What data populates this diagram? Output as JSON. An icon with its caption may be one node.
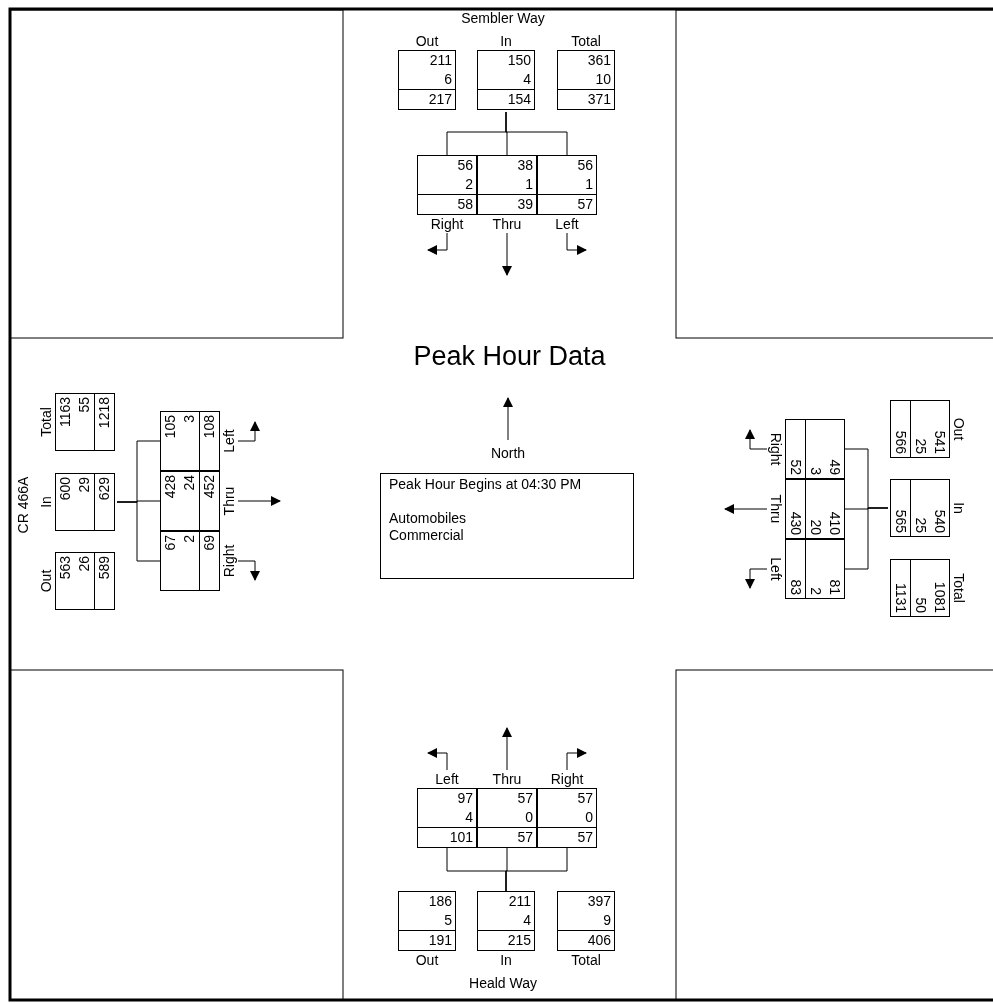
{
  "diagram": {
    "title": "Peak Hour Data",
    "nodes": [
      {
        "text": [
          "Out",
          "211",
          "6",
          "217"
        ]
      },
      {
        "text": [
          "In",
          "150",
          "4",
          "154"
        ]
      },
      {
        "text": [
          "Total",
          "361",
          "10",
          "371"
        ]
      },
      {
        "text": [
          "Right",
          "56",
          "2",
          "58"
        ]
      },
      {
        "text": [
          "Thru",
          "38",
          "1",
          "39"
        ]
      },
      {
        "text": [
          "Left",
          "56",
          "1",
          "57"
        ]
      },
      {
        "text": [
          "Total",
          "1163",
          "55",
          "1218"
        ]
      },
      {
        "text": [
          "In",
          "600",
          "29",
          "629"
        ]
      },
      {
        "text": [
          "Out",
          "563",
          "26",
          "589"
        ]
      },
      {
        "text": [
          "Left",
          "105",
          "3",
          "108"
        ]
      },
      {
        "text": [
          "Thru",
          "428",
          "24",
          "452"
        ]
      },
      {
        "text": [
          "Right",
          "67",
          "2",
          "69"
        ]
      },
      {
        "text": [
          "Peak Hour Begins at 04:30 PM",
          "Automobiles",
          "Commercial"
        ]
      },
      {
        "text": [
          "Out",
          "541",
          "25",
          "566"
        ]
      },
      {
        "text": [
          "In",
          "540",
          "25",
          "565"
        ]
      },
      {
        "text": [
          "Total",
          "1081",
          "50",
          "1131"
        ]
      },
      {
        "text": [
          "Right",
          "49",
          "3",
          "52"
        ]
      },
      {
        "text": [
          "Thru",
          "410",
          "20",
          "430"
        ]
      },
      {
        "text": [
          "Left",
          "81",
          "2",
          "83"
        ]
      },
      {
        "text": [
          "Left",
          "97",
          "4",
          "101"
        ]
      },
      {
        "text": [
          "Thru",
          "57",
          "0",
          "57"
        ]
      },
      {
        "text": [
          "Right",
          "57",
          "0",
          "57"
        ]
      },
      {
        "text": [
          "Out",
          "186",
          "5",
          "191"
        ]
      },
      {
        "text": [
          "In",
          "211",
          "4",
          "215"
        ]
      },
      {
        "text": [
          "Total",
          "397",
          "9",
          "406"
        ]
      }
    ],
    "edges": [
      {
        "from": 1,
        "to": 3,
        "arrow": "none"
      },
      {
        "from": 1,
        "to": 4,
        "arrow": "none"
      },
      {
        "from": 1,
        "to": 5,
        "arrow": "none"
      },
      {
        "from": 3,
        "to": null,
        "arrow": "to"
      },
      {
        "from": 4,
        "to": null,
        "arrow": "to"
      },
      {
        "from": 5,
        "to": null,
        "arrow": "to"
      },
      {
        "from": 7,
        "to": 9,
        "arrow": "none"
      },
      {
        "from": 7,
        "to": 10,
        "arrow": "none"
      },
      {
        "from": 7,
        "to": 11,
        "arrow": "none"
      },
      {
        "from": 9,
        "to": null,
        "arrow": "to"
      },
      {
        "from": 10,
        "to": null,
        "arrow": "to"
      },
      {
        "from": 11,
        "to": null,
        "arrow": "to"
      },
      {
        "from": 14,
        "to": 16,
        "arrow": "none"
      },
      {
        "from": 14,
        "to": 17,
        "arrow": "none"
      },
      {
        "from": 14,
        "to": 18,
        "arrow": "none"
      },
      {
        "from": 16,
        "to": null,
        "arrow": "to"
      },
      {
        "from": 17,
        "to": null,
        "arrow": "to"
      },
      {
        "from": 18,
        "to": null,
        "arrow": "to"
      },
      {
        "from": 23,
        "to": 19,
        "arrow": "none"
      },
      {
        "from": 23,
        "to": 20,
        "arrow": "none"
      },
      {
        "from": 23,
        "to": 21,
        "arrow": "none"
      },
      {
        "from": 19,
        "to": null,
        "arrow": "to"
      },
      {
        "from": 20,
        "to": null,
        "arrow": "to"
      },
      {
        "from": 21,
        "to": null,
        "arrow": "to"
      }
    ],
    "labels": [
      "Sembler Way",
      "CR 466A",
      "North",
      "Heald Way"
    ]
  }
}
